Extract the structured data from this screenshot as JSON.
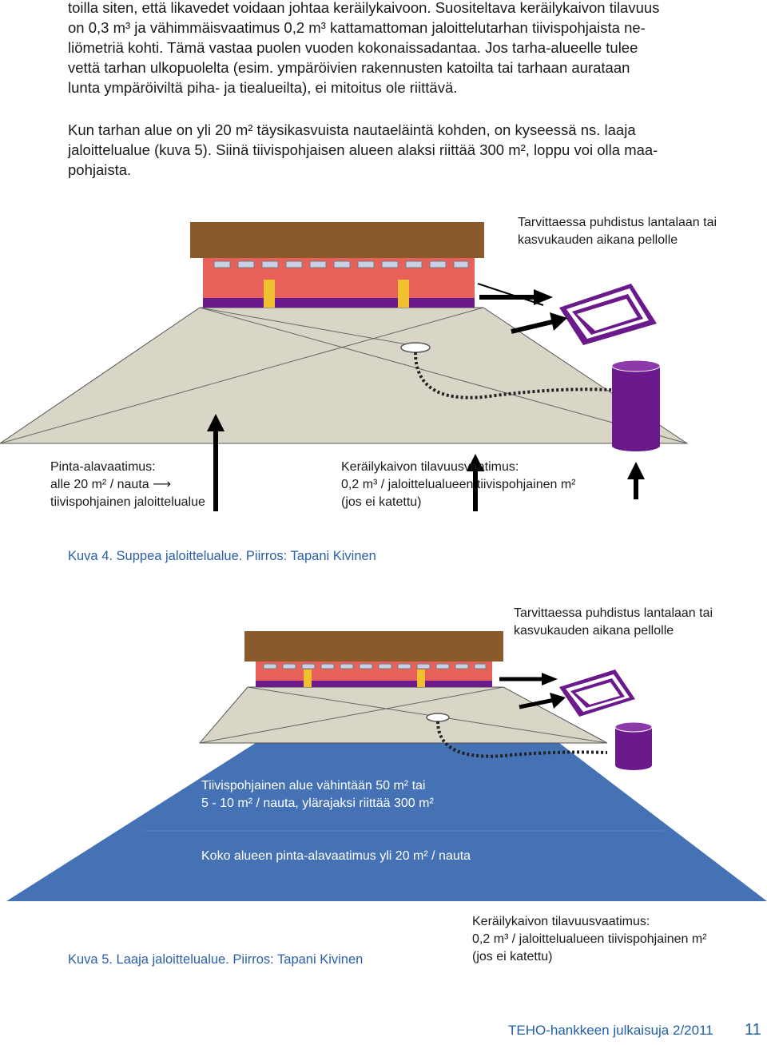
{
  "intro": {
    "p1": [
      "toilla siten, että likavedet voidaan johtaa keräilykaivoon. Suositeltava keräilykaivon tilavuus",
      "on 0,3 m³ ja vähimmäisvaatimus 0,2 m³ kattamattoman jaloittelutarhan tiivispohjaista ne-",
      "liömetriä kohti. Tämä vastaa puolen vuoden kokonaissadantaa. Jos tarha-alueelle tulee",
      "vettä tarhan ulkopuolelta (esim. ympäröivien rakennusten katoilta tai tarhaan aurataan",
      "lunta ympäröiviltä piha- ja tiealueilta), ei mitoitus ole riittävä."
    ],
    "p2": [
      "Kun tarhan alue on yli 20 m² täysikasvuista nautaeläintä kohden, on kyseessä ns. laaja",
      "jaloittelualue (kuva 5). Siinä tiivispohjaisen alueen alaksi riittää 300 m², loppu voi olla maa-",
      "pohjaista."
    ]
  },
  "figure4": {
    "note": [
      "Tarvittaessa puhdistus lantalaan tai",
      "kasvukauden aikana pellolle"
    ],
    "area_req": [
      "Pinta-alavaatimus:",
      "alle 20 m² / nauta  ⟶",
      "tiivispohjainen jaloittelualue"
    ],
    "well_req": [
      "Keräilykaivon tilavuusvaatimus:",
      "0,2 m³ / jaloittelualueen tiivispohjainen m²",
      " (jos ei katettu)"
    ],
    "caption": "Kuva 4. Suppea jaloittelualue. Piirros: Tapani Kivinen"
  },
  "figure5": {
    "note": [
      "Tarvittaessa puhdistus lantalaan tai",
      "kasvukauden aikana pellolle"
    ],
    "paved": [
      "Tiivispohjainen alue vähintään 50 m² tai",
      "5 - 10 m² / nauta, ylärajaksi riittää 300 m²"
    ],
    "total": "Koko alueen pinta-alavaatimus yli 20 m² / nauta",
    "well_req": [
      "Keräilykaivon tilavuusvaatimus:",
      "0,2 m³ / jaloittelualueen tiivispohjainen m²",
      " (jos ei katettu)"
    ],
    "caption": "Kuva 5. Laaja jaloittelualue. Piirros: Tapani Kivinen"
  },
  "footer": {
    "title": "TEHO-hankkeen julkaisuja 2/2011",
    "page": "11"
  },
  "colors": {
    "roof": "#8b5a2b",
    "wall": "#e8605a",
    "purple": "#6a1a8a",
    "ground": "#d9d6c8",
    "blue": "#4472b4",
    "caption": "#2a5fa8"
  }
}
